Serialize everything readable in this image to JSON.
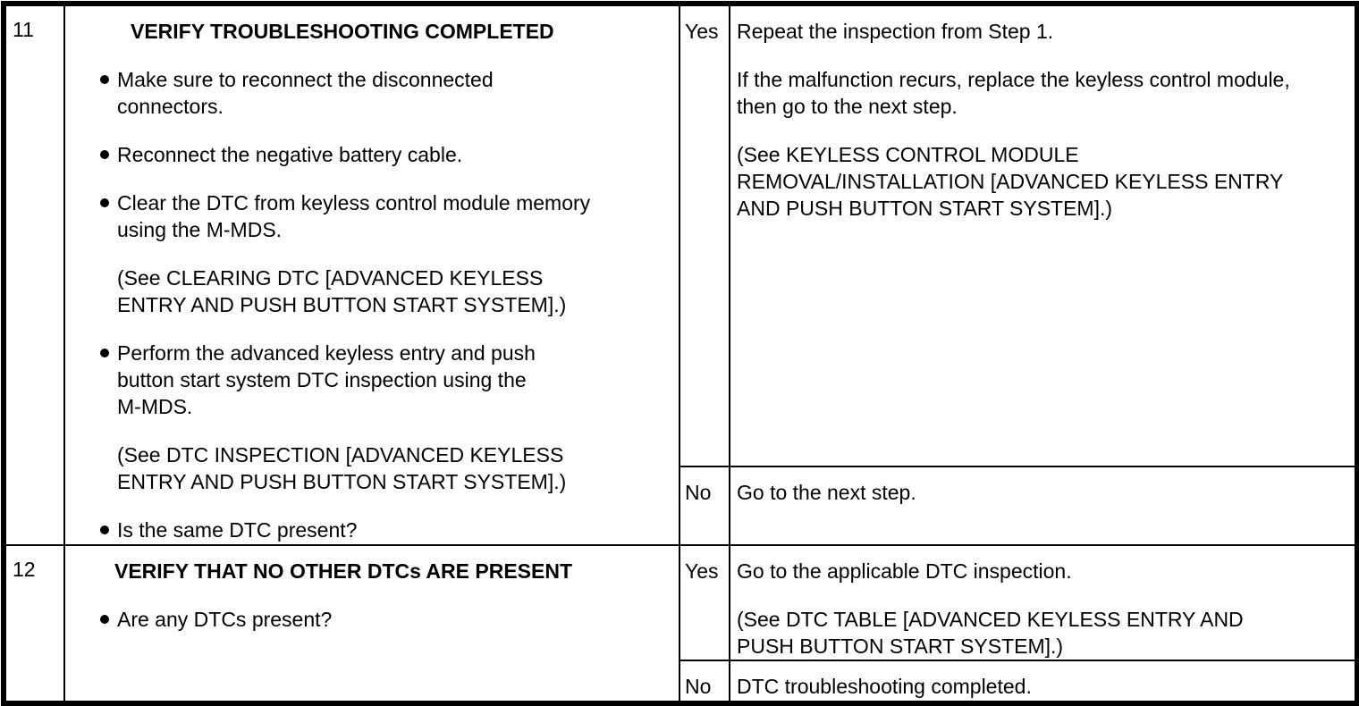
{
  "meta": {
    "document_type": "troubleshooting table",
    "colors": {
      "ink": "#000000",
      "paper": "#ffffff"
    }
  },
  "steps": [
    {
      "step": "11",
      "action": {
        "title": "VERIFY TROUBLESHOOTING COMPLETED",
        "blocks": [
          {
            "kind": "bullet",
            "lines": [
              "Make sure to reconnect the disconnected",
              "connectors."
            ]
          },
          {
            "kind": "bullet",
            "lines": [
              "Reconnect the negative battery cable."
            ]
          },
          {
            "kind": "bullet",
            "lines": [
              "Clear the DTC from keyless control module memory",
              "using the M-MDS."
            ]
          },
          {
            "kind": "para",
            "lines": [
              "(See CLEARING DTC [ADVANCED KEYLESS",
              "ENTRY AND PUSH BUTTON START SYSTEM].)"
            ]
          },
          {
            "kind": "bullet",
            "lines": [
              "Perform the advanced keyless entry and push",
              "button start system DTC inspection using the",
              "M-MDS."
            ]
          },
          {
            "kind": "para",
            "lines": [
              "(See DTC INSPECTION [ADVANCED KEYLESS",
              "ENTRY AND PUSH BUTTON START SYSTEM].)"
            ]
          },
          {
            "kind": "bullet",
            "lines": [
              "Is the same DTC present?"
            ]
          }
        ]
      },
      "yes": {
        "label": "Yes",
        "blocks": [
          {
            "lines": [
              "Repeat the inspection from Step 1."
            ]
          },
          {
            "lines": [
              "If the malfunction recurs, replace the keyless control module,",
              "then go to the next step."
            ]
          },
          {
            "lines": [
              "(See KEYLESS CONTROL MODULE",
              "REMOVAL/INSTALLATION [ADVANCED KEYLESS ENTRY",
              "AND PUSH BUTTON START SYSTEM].)"
            ]
          }
        ]
      },
      "no": {
        "label": "No",
        "blocks": [
          {
            "lines": [
              "Go to the next step."
            ]
          }
        ]
      }
    },
    {
      "step": "12",
      "action": {
        "title": "VERIFY THAT NO OTHER DTCs ARE PRESENT",
        "blocks": [
          {
            "kind": "bullet",
            "lines": [
              "Are any DTCs present?"
            ]
          }
        ]
      },
      "yes": {
        "label": "Yes",
        "blocks": [
          {
            "lines": [
              "Go to the applicable DTC inspection."
            ]
          },
          {
            "lines": [
              "(See DTC TABLE [ADVANCED KEYLESS ENTRY AND",
              "PUSH BUTTON START SYSTEM].)"
            ]
          }
        ]
      },
      "no": {
        "label": "No",
        "blocks": [
          {
            "lines": [
              "DTC troubleshooting completed."
            ]
          }
        ]
      }
    }
  ]
}
